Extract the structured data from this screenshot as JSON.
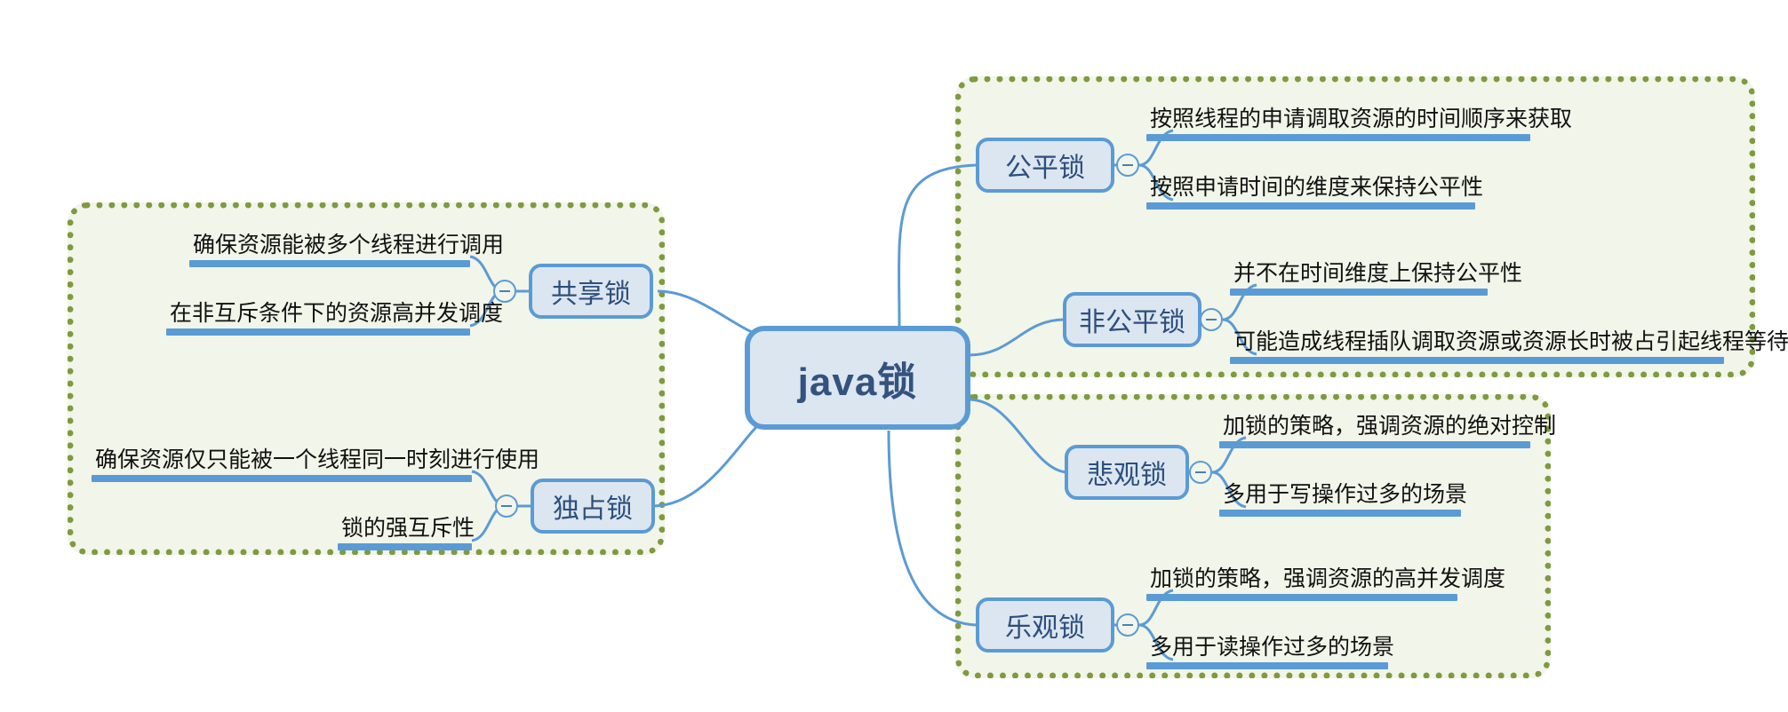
{
  "diagram": {
    "title": "java锁",
    "root": {
      "label": "java锁"
    },
    "collapse_icon": "minus-circle-icon",
    "colors": {
      "node_fill": "#dce6f1",
      "node_border": "#5b9bd5",
      "node_text": "#2d4f7c",
      "root_text": "#34527e",
      "group_fill": "#f2f5e9",
      "group_border": "#7f9a3f",
      "leaf_bar": "#5b9bd5",
      "leaf_text": "#111111",
      "connector": "#5b9bd5",
      "background": "#ffffff"
    },
    "branches": [
      {
        "id": "fair-lock",
        "label": "公平锁",
        "side": "right",
        "leaves": [
          "按照线程的申请调取资源的时间顺序来获取",
          "按照申请时间的维度来保持公平性"
        ]
      },
      {
        "id": "unfair-lock",
        "label": "非公平锁",
        "side": "right",
        "leaves": [
          "并不在时间维度上保持公平性",
          "可能造成线程插队调取资源或资源长时被占引起线程等待"
        ]
      },
      {
        "id": "pessimistic-lock",
        "label": "悲观锁",
        "side": "right",
        "leaves": [
          "加锁的策略，强调资源的绝对控制",
          "多用于写操作过多的场景"
        ]
      },
      {
        "id": "optimistic-lock",
        "label": "乐观锁",
        "side": "right",
        "leaves": [
          "加锁的策略，强调资源的高并发调度",
          "多用于读操作过多的场景"
        ]
      },
      {
        "id": "shared-lock",
        "label": "共享锁",
        "side": "left",
        "leaves": [
          "确保资源能被多个线程进行调用",
          "在非互斥条件下的资源高并发调度"
        ]
      },
      {
        "id": "exclusive-lock",
        "label": "独占锁",
        "side": "left",
        "leaves": [
          "确保资源仅只能被一个线程同一时刻进行使用",
          "锁的强互斥性"
        ]
      }
    ]
  }
}
